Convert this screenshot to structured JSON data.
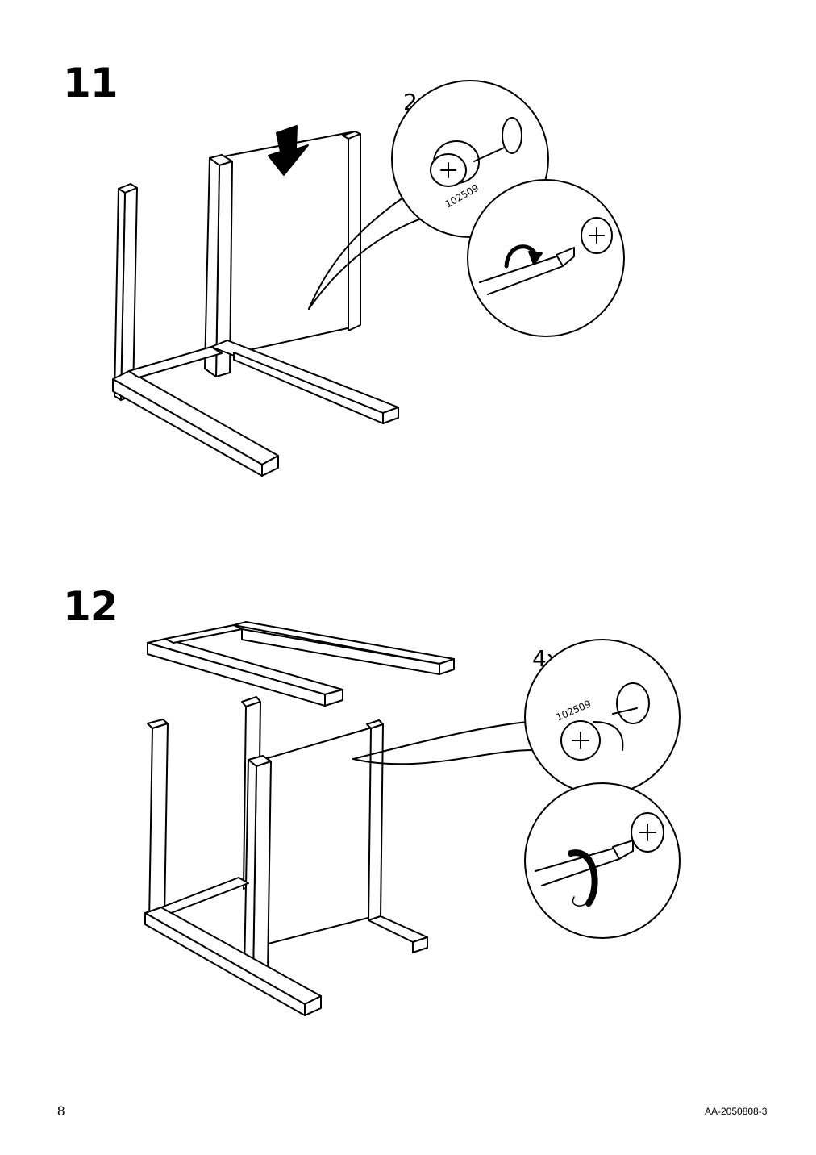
{
  "page": {
    "number": "8",
    "document_code": "AA-2050808-3"
  },
  "steps": [
    {
      "number": "11",
      "quantity": "2x",
      "part_number": "102509"
    },
    {
      "number": "12",
      "quantity": "4x",
      "part_number": "102509"
    }
  ],
  "icons": [
    "down-arrow-icon",
    "rotate-arrow-icon",
    "cam-lock-icon",
    "screwdriver-icon"
  ]
}
